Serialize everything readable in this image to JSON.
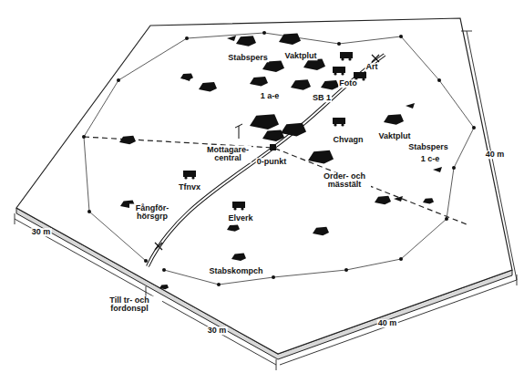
{
  "diagram": {
    "labels": [
      "Stabspers",
      "Vaktplut",
      "Art",
      "Foto",
      "1 a-e",
      "SB 1",
      "Chvagn",
      "Vaktplut",
      "Stabspers",
      "1 c-e",
      "Mottagare-central",
      "0-punkt",
      "Order- och mässtält",
      "Tfnvx",
      "Fångför-hörsgrp",
      "Elverk",
      "Stabskompch",
      "Till tr- och fordonspl",
      "30 m",
      "30 m",
      "40 m",
      "40 m"
    ]
  }
}
